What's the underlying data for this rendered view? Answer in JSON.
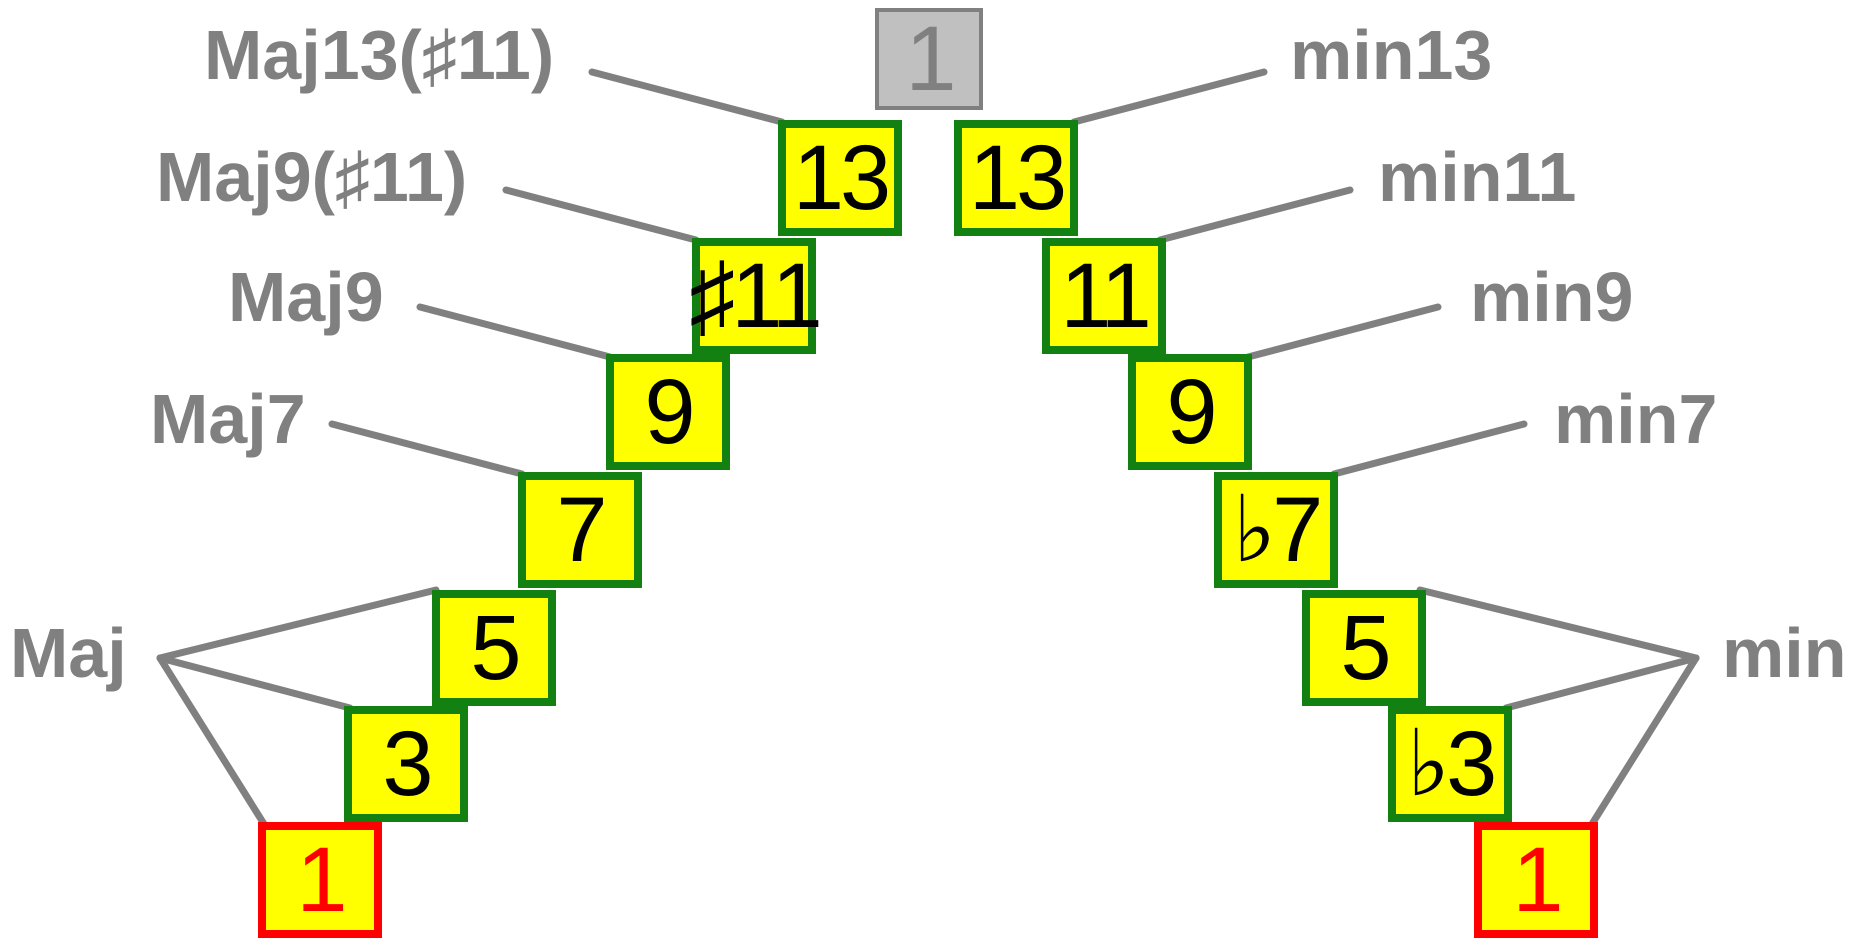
{
  "colors": {
    "box_fill": "#ffff00",
    "box_border": "#138012",
    "root_border": "#ff0000",
    "root_text": "#ff0000",
    "top_fill": "#c0c0c0",
    "top_border": "#808080",
    "label_text": "#808080",
    "connector": "#808080"
  },
  "top_note": "1",
  "major": {
    "chord_labels": {
      "maj": "Maj",
      "maj7": "Maj7",
      "maj9": "Maj9",
      "maj9_s11": "Maj9(♯11)",
      "maj13_s11": "Maj13(♯11)"
    },
    "degrees": {
      "root": "1",
      "third": "3",
      "fifth": "5",
      "seventh": "7",
      "ninth": "9",
      "eleventh": "♯11",
      "thirteenth": "13"
    }
  },
  "minor": {
    "chord_labels": {
      "min": "min",
      "min7": "min7",
      "min9": "min9",
      "min11": "min11",
      "min13": "min13"
    },
    "degrees": {
      "root": "1",
      "third": "♭3",
      "fifth": "5",
      "seventh": "♭7",
      "ninth": "9",
      "eleventh": "11",
      "thirteenth": "13"
    }
  }
}
